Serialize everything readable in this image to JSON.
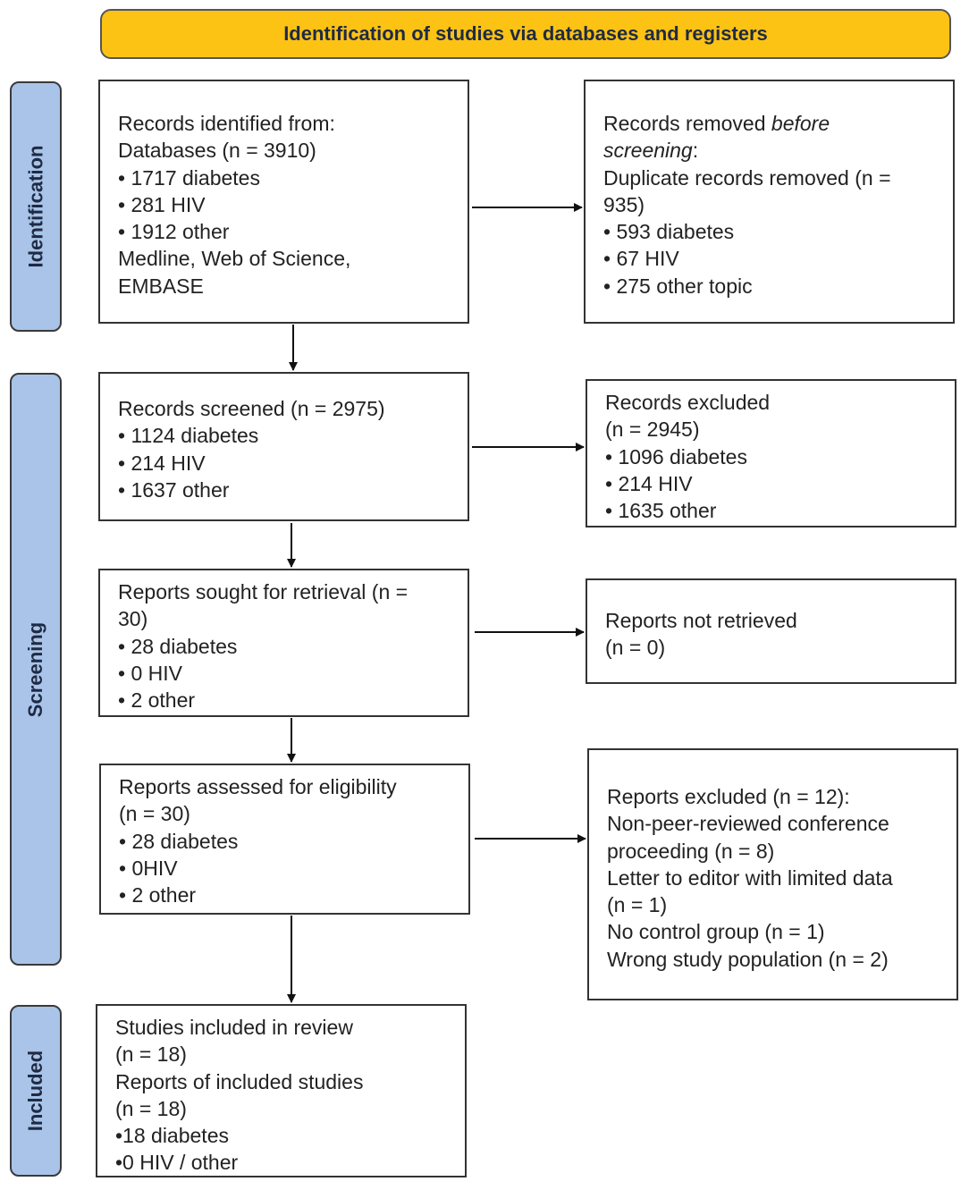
{
  "header": {
    "title": "Identification of studies via databases and registers"
  },
  "phases": {
    "identification": "Identification",
    "screening": "Screening",
    "included": "Included"
  },
  "boxes": {
    "identified": [
      "Records identified from:",
      "Databases (n = 3910)",
      "• 1717 diabetes",
      "• 281 HIV",
      "• 1912 other",
      "Medline, Web of Science,",
      "EMBASE"
    ],
    "removed": {
      "line1_a": "Records removed ",
      "line1_b": "before",
      "line2_a": "screening",
      "line2_b": ":",
      "rest": [
        "Duplicate records removed (n =",
        "935)",
        "• 593 diabetes",
        "• 67 HIV",
        "• 275 other topic"
      ]
    },
    "screened": [
      "Records screened (n = 2975)",
      "• 1124 diabetes",
      "• 214 HIV",
      "• 1637 other"
    ],
    "excluded": [
      "Records excluded",
      "(n = 2945)",
      "• 1096 diabetes",
      "• 214 HIV",
      "• 1635 other"
    ],
    "sought": [
      "Reports sought for retrieval (n =",
      "30)",
      "• 28 diabetes",
      "• 0 HIV",
      "• 2 other"
    ],
    "not_retrieved": [
      "Reports not retrieved",
      "(n = 0)"
    ],
    "assessed": [
      "Reports assessed for eligibility",
      "(n = 30)",
      "• 28 diabetes",
      "• 0HIV",
      "• 2 other"
    ],
    "reports_excluded": [
      "Reports excluded (n = 12):",
      "Non-peer-reviewed conference",
      "proceeding (n = 8)",
      "Letter to editor with limited data",
      "(n = 1)",
      "No control group (n = 1)",
      "Wrong study population (n = 2)"
    ],
    "included": [
      "Studies included in review",
      "(n = 18)",
      "Reports of included studies",
      "(n = 18)",
      "•18 diabetes",
      "•0 HIV / other"
    ]
  },
  "colors": {
    "header_fill": "#fcc314",
    "phase_fill": "#a9c4e8",
    "border": "#333333"
  }
}
